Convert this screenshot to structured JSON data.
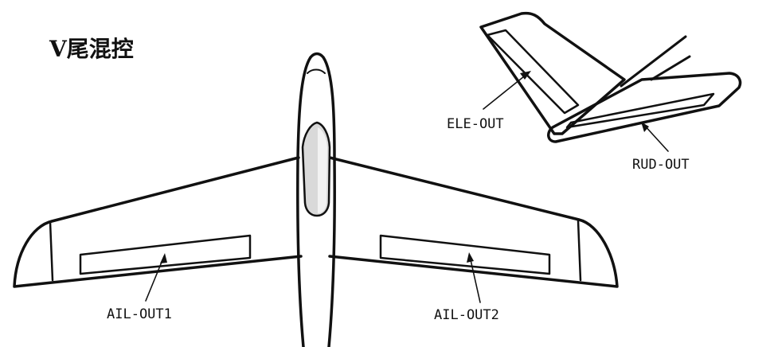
{
  "title": "V尾混控",
  "labels": {
    "ail_out1": "AIL-OUT1",
    "ail_out2": "AIL-OUT2",
    "ele_out": "ELE-OUT",
    "rud_out": "RUD-OUT"
  },
  "colors": {
    "outline": "#111111",
    "canopy_fill": "#d9d9d9",
    "background": "#ffffff"
  }
}
